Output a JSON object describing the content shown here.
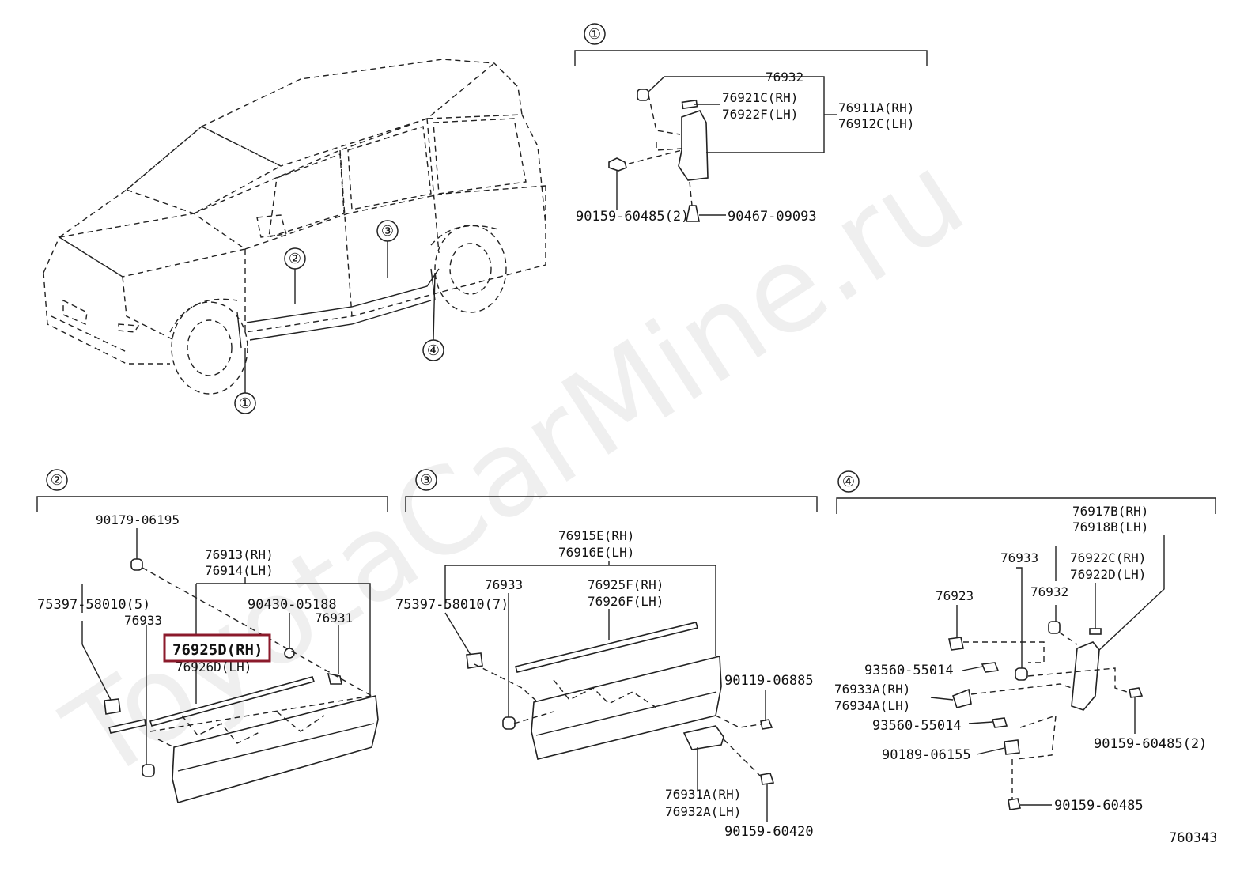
{
  "diagram_id": "760343",
  "watermark": "ToyotaCarMine.ru",
  "highlight_color": "#8b1a2b",
  "callouts": {
    "c1": "①",
    "c2": "②",
    "c3": "③",
    "c4": "④"
  },
  "section1": {
    "marker": "①",
    "p76932": "76932",
    "p76921c": "76921C(RH)",
    "p76922f": "76922F(LH)",
    "p76911a": "76911A(RH)",
    "p76912c": "76912C(LH)",
    "p90159": "90159-60485(2)",
    "p90467": "90467-09093"
  },
  "section2": {
    "marker": "②",
    "p90179": "90179-06195",
    "p76913": "76913(RH)",
    "p76914": "76914(LH)",
    "p75397": "75397-58010(5)",
    "p90430": "90430-05188",
    "p76933": "76933",
    "p76931": "76931",
    "p76925d": "76925D(RH)",
    "p76926d": "76926D(LH)"
  },
  "section3": {
    "marker": "③",
    "p76915e": "76915E(RH)",
    "p76916e": "76916E(LH)",
    "p76933": "76933",
    "p76925f": "76925F(RH)",
    "p76926f": "76926F(LH)",
    "p75397": "75397-58010(7)",
    "p90119": "90119-06885",
    "p76931a": "76931A(RH)",
    "p76932a": "76932A(LH)",
    "p90159": "90159-60420"
  },
  "section4": {
    "marker": "④",
    "p76917b": "76917B(RH)",
    "p76918b": "76918B(LH)",
    "p76933": "76933",
    "p76922c": "76922C(RH)",
    "p76922d": "76922D(LH)",
    "p76923": "76923",
    "p76932": "76932",
    "p93560a": "93560-55014",
    "p76933a": "76933A(RH)",
    "p76934a": "76934A(LH)",
    "p93560b": "93560-55014",
    "p90159a": "90159-60485(2)",
    "p90189": "90189-06155",
    "p90159b": "90159-60485"
  }
}
